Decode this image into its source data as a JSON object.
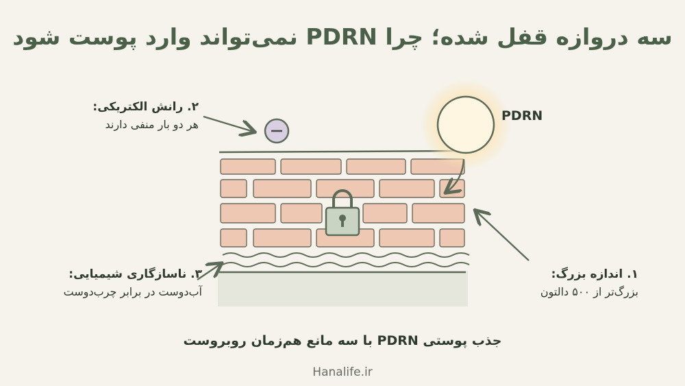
{
  "title": "سه دروازه قفل شده؛ چرا PDRN نمی‌تواند وارد پوست شود",
  "labels": {
    "electric": {
      "heading": "۲. رانش الکتریکی:",
      "detail": "هر دو بار منفی دارند"
    },
    "chemical": {
      "heading": "۳. ناسازگاری شیمیایی:",
      "detail": "آب‌دوست در برابر چرب‌دوست"
    },
    "size": {
      "heading": "۱. اندازه بزرگ:",
      "detail": "بزرگ‌تر از ۵۰۰ دالتون"
    }
  },
  "molecule_label": "PDRN",
  "caption": "جذب پوستی PDRN با سه مانع هم‌زمان روبروست",
  "footer": "Hanalife.ir",
  "colors": {
    "background": "#f5f3ec",
    "title": "#4a6048",
    "brick": "#eec8b2",
    "brick_outline": "#5c6b57",
    "lock": "#c9d4c3",
    "molecule_glow": "#fbe2b0",
    "negative_ion": "#d9cfe3",
    "arrow": "#5c6b57"
  },
  "icons": {
    "lock": "padlock-icon",
    "negative_charge": "minus-circle-icon",
    "molecule": "sun-glow-circle-icon"
  }
}
